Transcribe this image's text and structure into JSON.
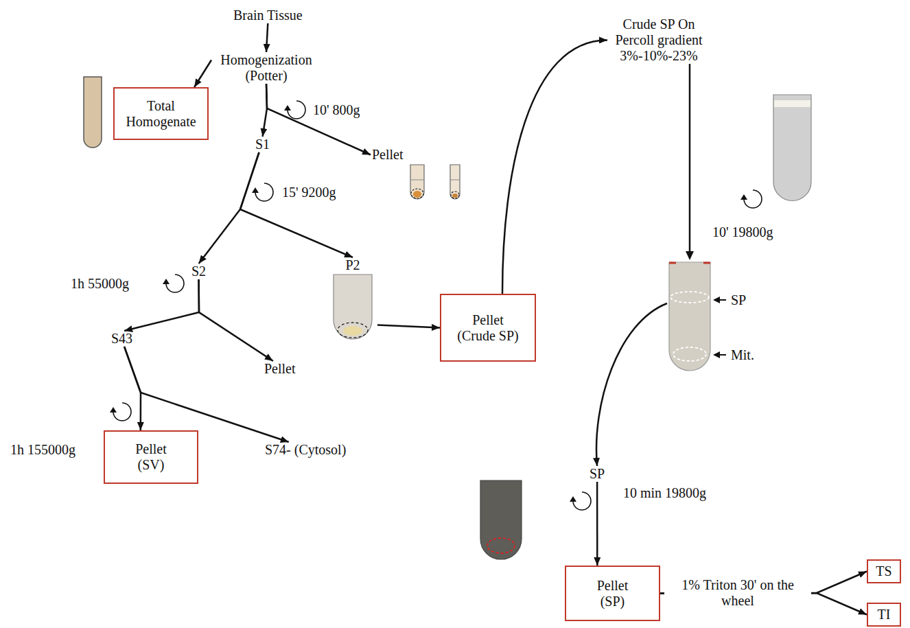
{
  "diagram": {
    "nodes": [
      {
        "text": [
          "Brain Tissue"
        ]
      },
      {
        "text": [
          "Homogenization (Potter)"
        ]
      },
      {
        "text": [
          "Total Homogenate"
        ]
      },
      {
        "text": [
          "S1"
        ]
      },
      {
        "text": [
          "Pellet"
        ]
      },
      {
        "text": [
          "S2"
        ]
      },
      {
        "text": [
          "P2"
        ]
      },
      {
        "text": [
          "Pellet (Crude SP)"
        ]
      },
      {
        "text": [
          "Crude SP On Percoll gradient 3%-10%-23%"
        ]
      },
      {
        "text": [
          "S43"
        ]
      },
      {
        "text": [
          "Pellet"
        ]
      },
      {
        "text": [
          "Pellet (SV)"
        ]
      },
      {
        "text": [
          "S74- (Cytosol)"
        ]
      },
      {
        "text": [
          "SP"
        ]
      },
      {
        "text": [
          "Pellet (SP)"
        ]
      },
      {
        "text": [
          "TS"
        ]
      },
      {
        "text": [
          "TI"
        ]
      }
    ],
    "edges": [
      {
        "from": 0,
        "to": 1,
        "arrow": "to"
      },
      {
        "from": 1,
        "to": 2,
        "arrow": "to"
      },
      {
        "from": 1,
        "to": 3,
        "label": "10' 800g",
        "arrow": "to"
      },
      {
        "from": 1,
        "to": 4,
        "arrow": "to"
      },
      {
        "from": 3,
        "to": 5,
        "label": "15' 9200g",
        "arrow": "to"
      },
      {
        "from": 3,
        "to": 6,
        "arrow": "to"
      },
      {
        "from": 5,
        "to": 9,
        "label": "1h 55000g",
        "arrow": "to"
      },
      {
        "from": 5,
        "to": 10,
        "arrow": "to"
      },
      {
        "from": 6,
        "to": 7,
        "arrow": "to"
      },
      {
        "from": 7,
        "to": 8,
        "arrow": "to"
      },
      {
        "from": 9,
        "to": 11,
        "label": "1h 155000g",
        "arrow": "to"
      },
      {
        "from": 9,
        "to": 12,
        "arrow": "to"
      },
      {
        "from": 8,
        "to": 13,
        "label": "10' 19800g",
        "arrow": "to"
      },
      {
        "from": 13,
        "to": 14,
        "label": "10 min 19800g",
        "arrow": "to"
      },
      {
        "from": 14,
        "to": 15,
        "label": "1% Triton 30' on the wheel",
        "arrow": "to"
      },
      {
        "from": 14,
        "to": 16,
        "arrow": "to"
      }
    ],
    "labels": [
      "SP",
      "Mit."
    ]
  }
}
